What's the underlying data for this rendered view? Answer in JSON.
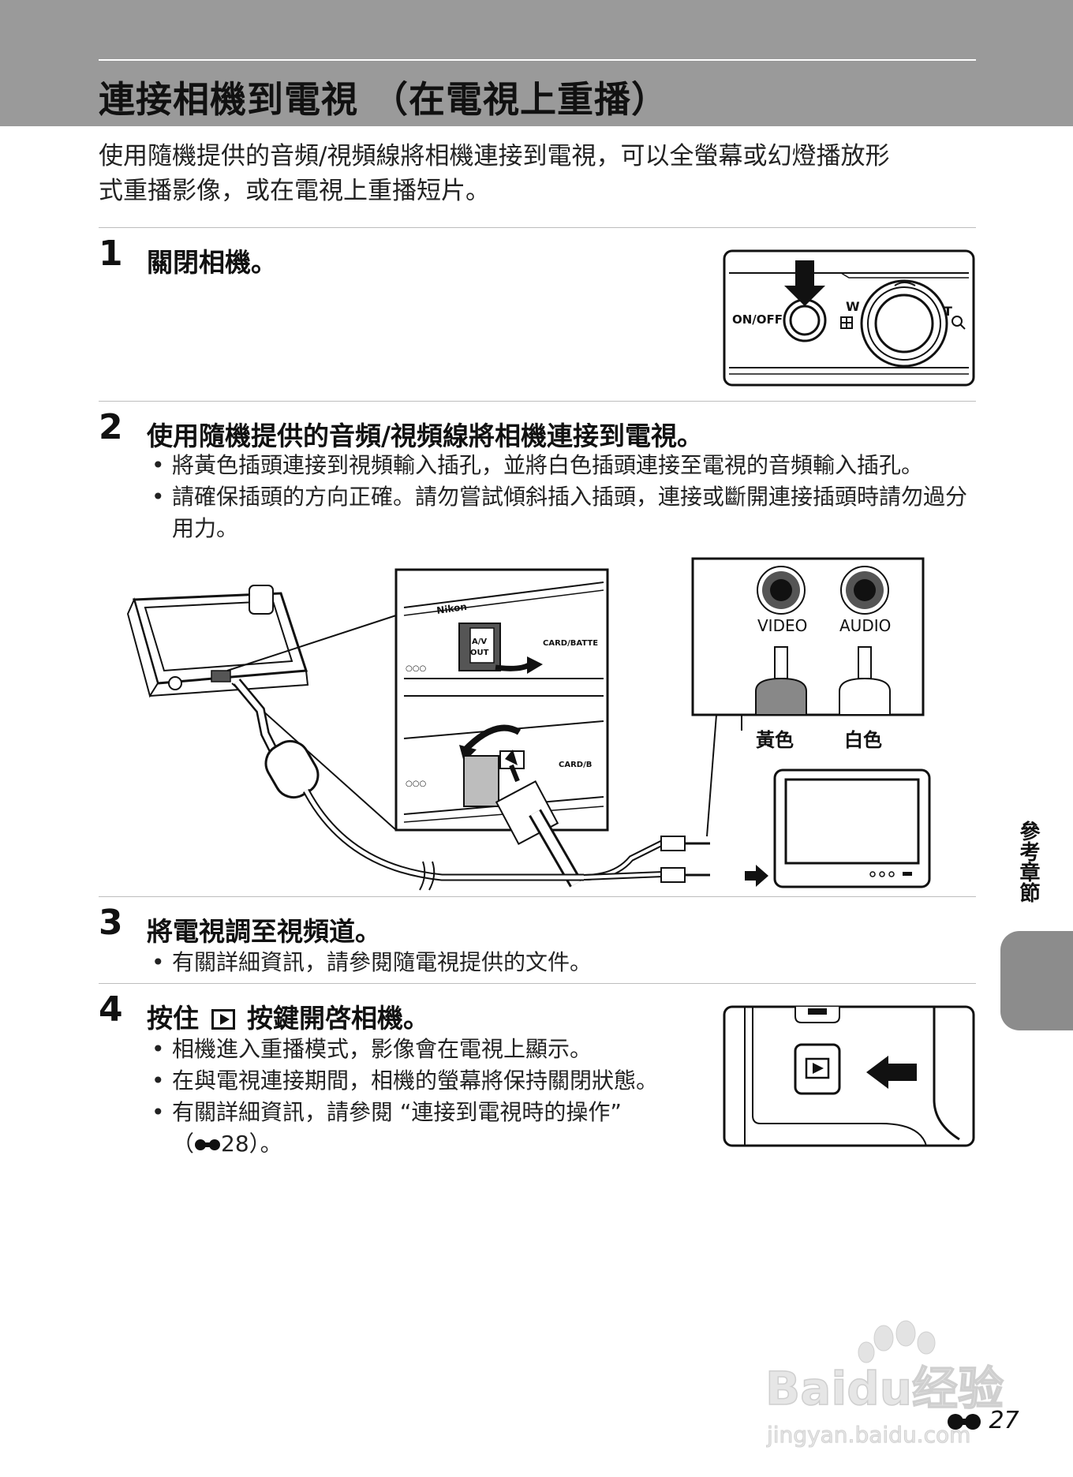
{
  "header": {
    "title": "連接相機到電視 （在電視上重播）"
  },
  "intro": {
    "text_line1": "使用隨機提供的音頻/視頻線將相機連接到電視，可以全螢幕或幻燈播放形",
    "text_line2": "式重播影像，或在電視上重播短片。"
  },
  "steps": [
    {
      "number": "1",
      "title": "關閉相機。",
      "figure_labels": {
        "on_off": "ON/OFF",
        "w": "W",
        "t": "T"
      }
    },
    {
      "number": "2",
      "title": "使用隨機提供的音頻/視頻線將相機連接到電視。",
      "bullets": [
        "將黃色插頭連接到視頻輸入插孔，並將白色插頭連接至電視的音頻輸入插孔。",
        "請確保插頭的方向正確。請勿嘗試傾斜插入插頭，連接或斷開連接插頭時請勿過分用力。"
      ],
      "figure_labels": {
        "video": "VIDEO",
        "audio": "AUDIO",
        "yellow": "黃色",
        "white": "白色",
        "brand": "Nikon",
        "av_out_1": "A/V",
        "av_out_2": "OUT",
        "card_battery": "CARD/BATTE",
        "card_b": "CARD/B"
      }
    },
    {
      "number": "3",
      "title": "將電視調至視頻道。",
      "bullets": [
        "有關詳細資訊，請參閱隨電視提供的文件。"
      ]
    },
    {
      "number": "4",
      "title_prefix": "按住",
      "title_suffix": "按鍵開啓相機。",
      "bullets": [
        "相機進入重播模式，影像會在電視上顯示。",
        "在與電視連接期間，相機的螢幕將保持關閉狀態。"
      ],
      "bullet3_line1": "有關詳細資訊，請參閱 “連接到電視時的操作”",
      "bullet3_open": "（",
      "bullet3_page": "28",
      "bullet3_close": "）。"
    }
  ],
  "side_tab": {
    "label": "參考章節"
  },
  "watermark": {
    "line1": "Baidu经验",
    "line2": "jingyan.baidu.com"
  },
  "footer": {
    "page_number": "27"
  }
}
